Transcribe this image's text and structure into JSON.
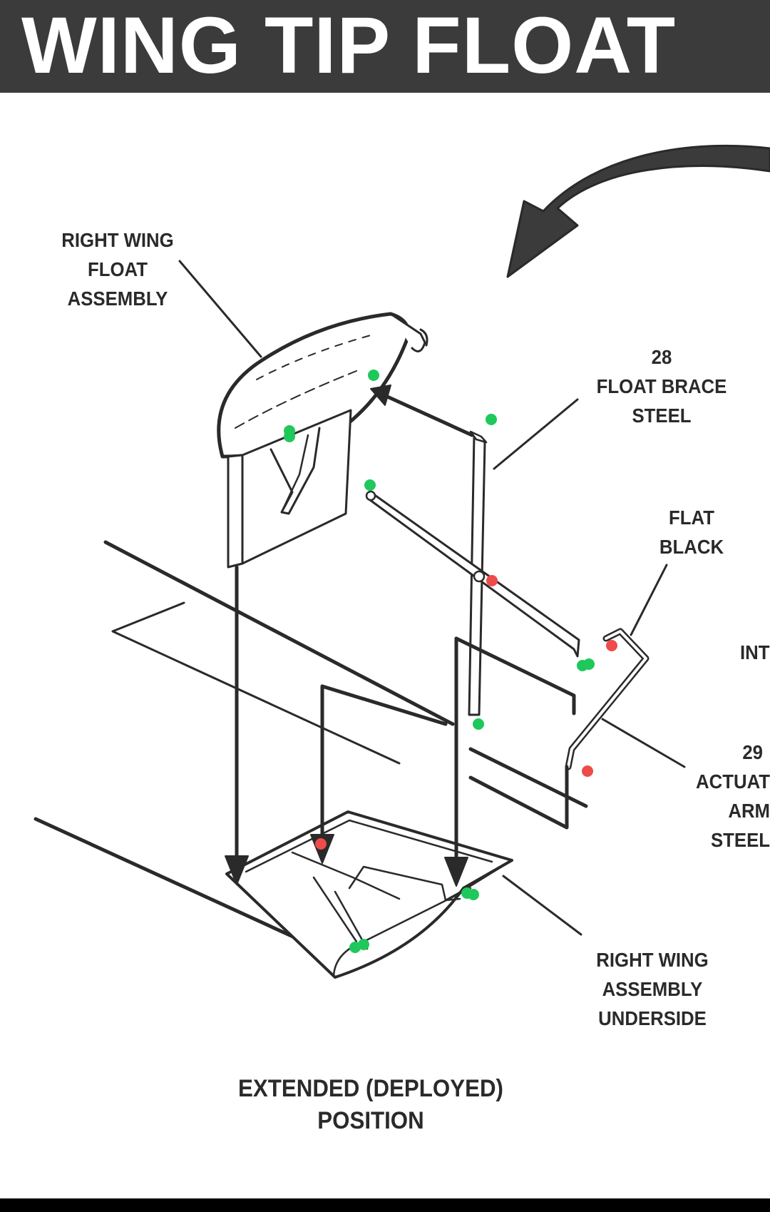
{
  "title": "WING TIP FLOAT",
  "labels": {
    "right_wing_float_assembly": [
      "RIGHT WING",
      "FLOAT",
      "ASSEMBLY"
    ],
    "float_brace": [
      "28",
      "FLOAT BRACE",
      "STEEL"
    ],
    "flat_black": [
      "FLAT",
      "BLACK"
    ],
    "int_partial": "INT",
    "actuator_arm": [
      "29",
      "ACTUAT",
      "ARM",
      "STEEL"
    ],
    "right_wing_assembly_underside": [
      "RIGHT WING",
      "ASSEMBLY",
      "UNDERSIDE"
    ]
  },
  "caption": [
    "EXTENDED (DEPLOYED)",
    "POSITION"
  ],
  "colors": {
    "banner": "#3b3b3b",
    "ink": "#2a2a2a",
    "green_marker": "#1fc85a",
    "red_marker": "#ee4b4b"
  }
}
